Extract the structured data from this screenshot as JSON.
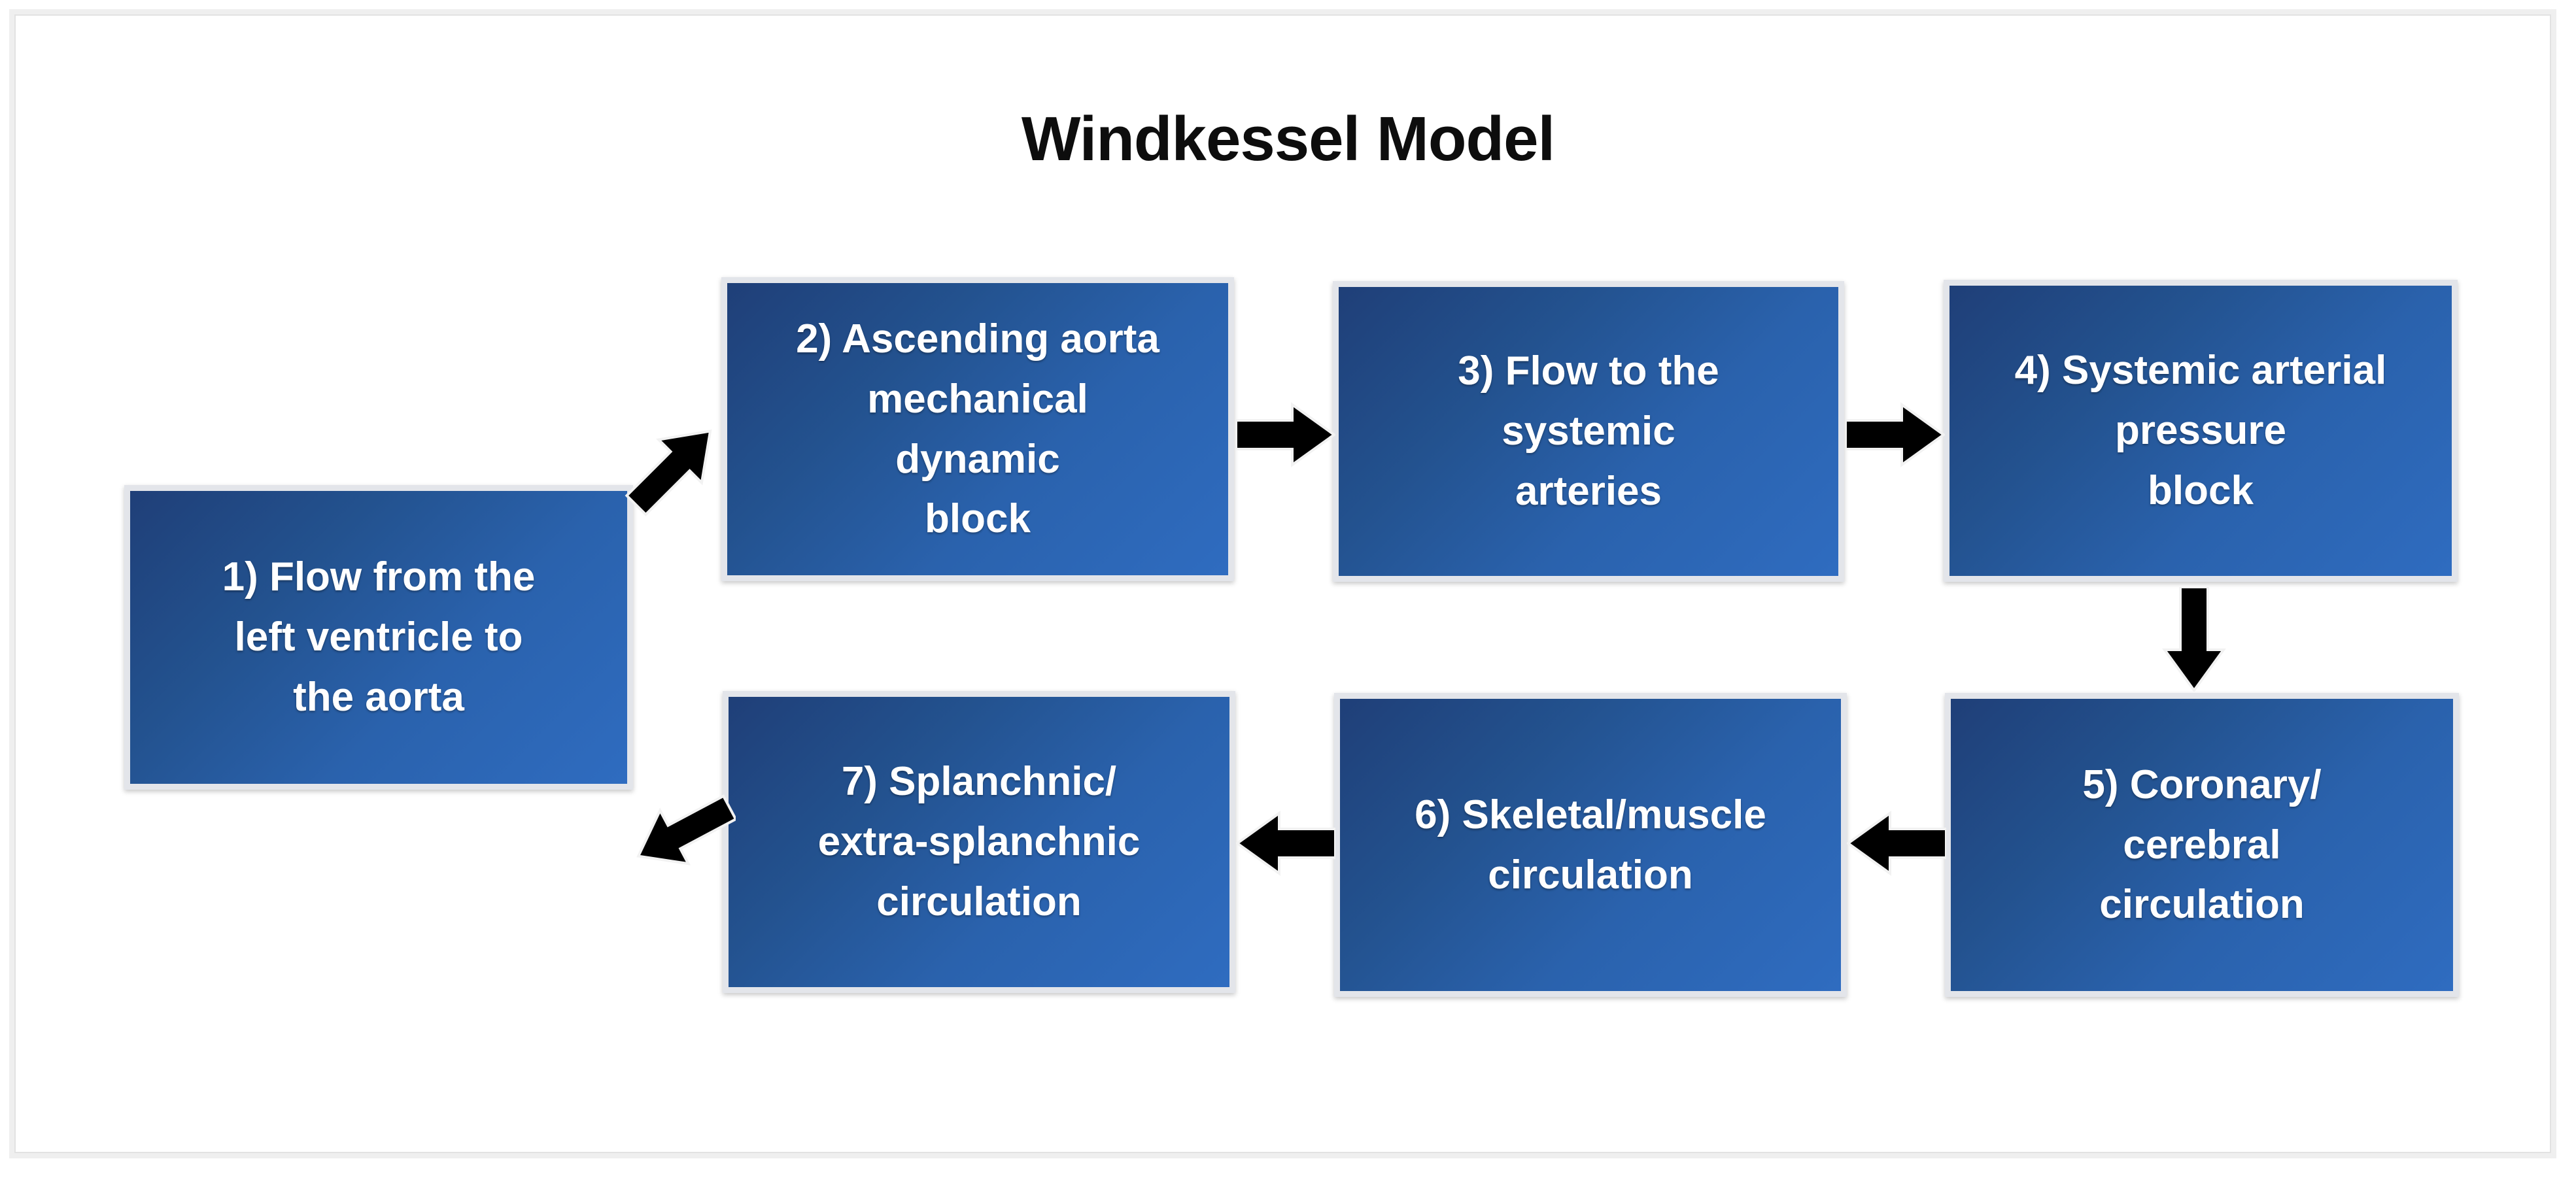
{
  "diagram": {
    "title": "Windkessel Model",
    "type": "flowchart",
    "node_fill_dark": "#1f3f78",
    "node_fill_light": "#2f6cc0",
    "node_border_color": "#e3e5ea",
    "node_text_color": "#ffffff",
    "arrow_color": "#000000",
    "background_color": "#ffffff",
    "nodes": [
      {
        "id": "1",
        "label": "1) Flow from the\nleft ventricle to\nthe aorta",
        "name": "flow-from-left-ventricle-to-aorta"
      },
      {
        "id": "2",
        "label": "2) Ascending aorta\nmechanical\ndynamic\nblock",
        "name": "ascending-aorta-mechanical-dynamic-block"
      },
      {
        "id": "3",
        "label": "3) Flow to the\nsystemic\narteries",
        "name": "flow-to-the-systemic-arteries"
      },
      {
        "id": "4",
        "label": "4) Systemic arterial\npressure\nblock",
        "name": "systemic-arterial-pressure-block"
      },
      {
        "id": "5",
        "label": "5) Coronary/\ncerebral\ncirculation",
        "name": "coronary-cerebral-circulation"
      },
      {
        "id": "6",
        "label": "6) Skeletal/muscle\ncirculation",
        "name": "skeletal-muscle-circulation"
      },
      {
        "id": "7",
        "label": "7) Splanchnic/\nextra-splanchnic\ncirculation",
        "name": "splanchnic-extra-splanchnic-circulation"
      }
    ],
    "edges": [
      {
        "from": "1",
        "to": "2",
        "direction": "up-right",
        "name": "arrow-1-to-2"
      },
      {
        "from": "2",
        "to": "3",
        "direction": "right",
        "name": "arrow-2-to-3"
      },
      {
        "from": "3",
        "to": "4",
        "direction": "right",
        "name": "arrow-3-to-4"
      },
      {
        "from": "4",
        "to": "5",
        "direction": "down",
        "name": "arrow-4-to-5"
      },
      {
        "from": "5",
        "to": "6",
        "direction": "left",
        "name": "arrow-5-to-6"
      },
      {
        "from": "6",
        "to": "7",
        "direction": "left",
        "name": "arrow-6-to-7"
      },
      {
        "from": "7",
        "to": "1",
        "direction": "up-left",
        "name": "arrow-7-to-1"
      }
    ]
  }
}
